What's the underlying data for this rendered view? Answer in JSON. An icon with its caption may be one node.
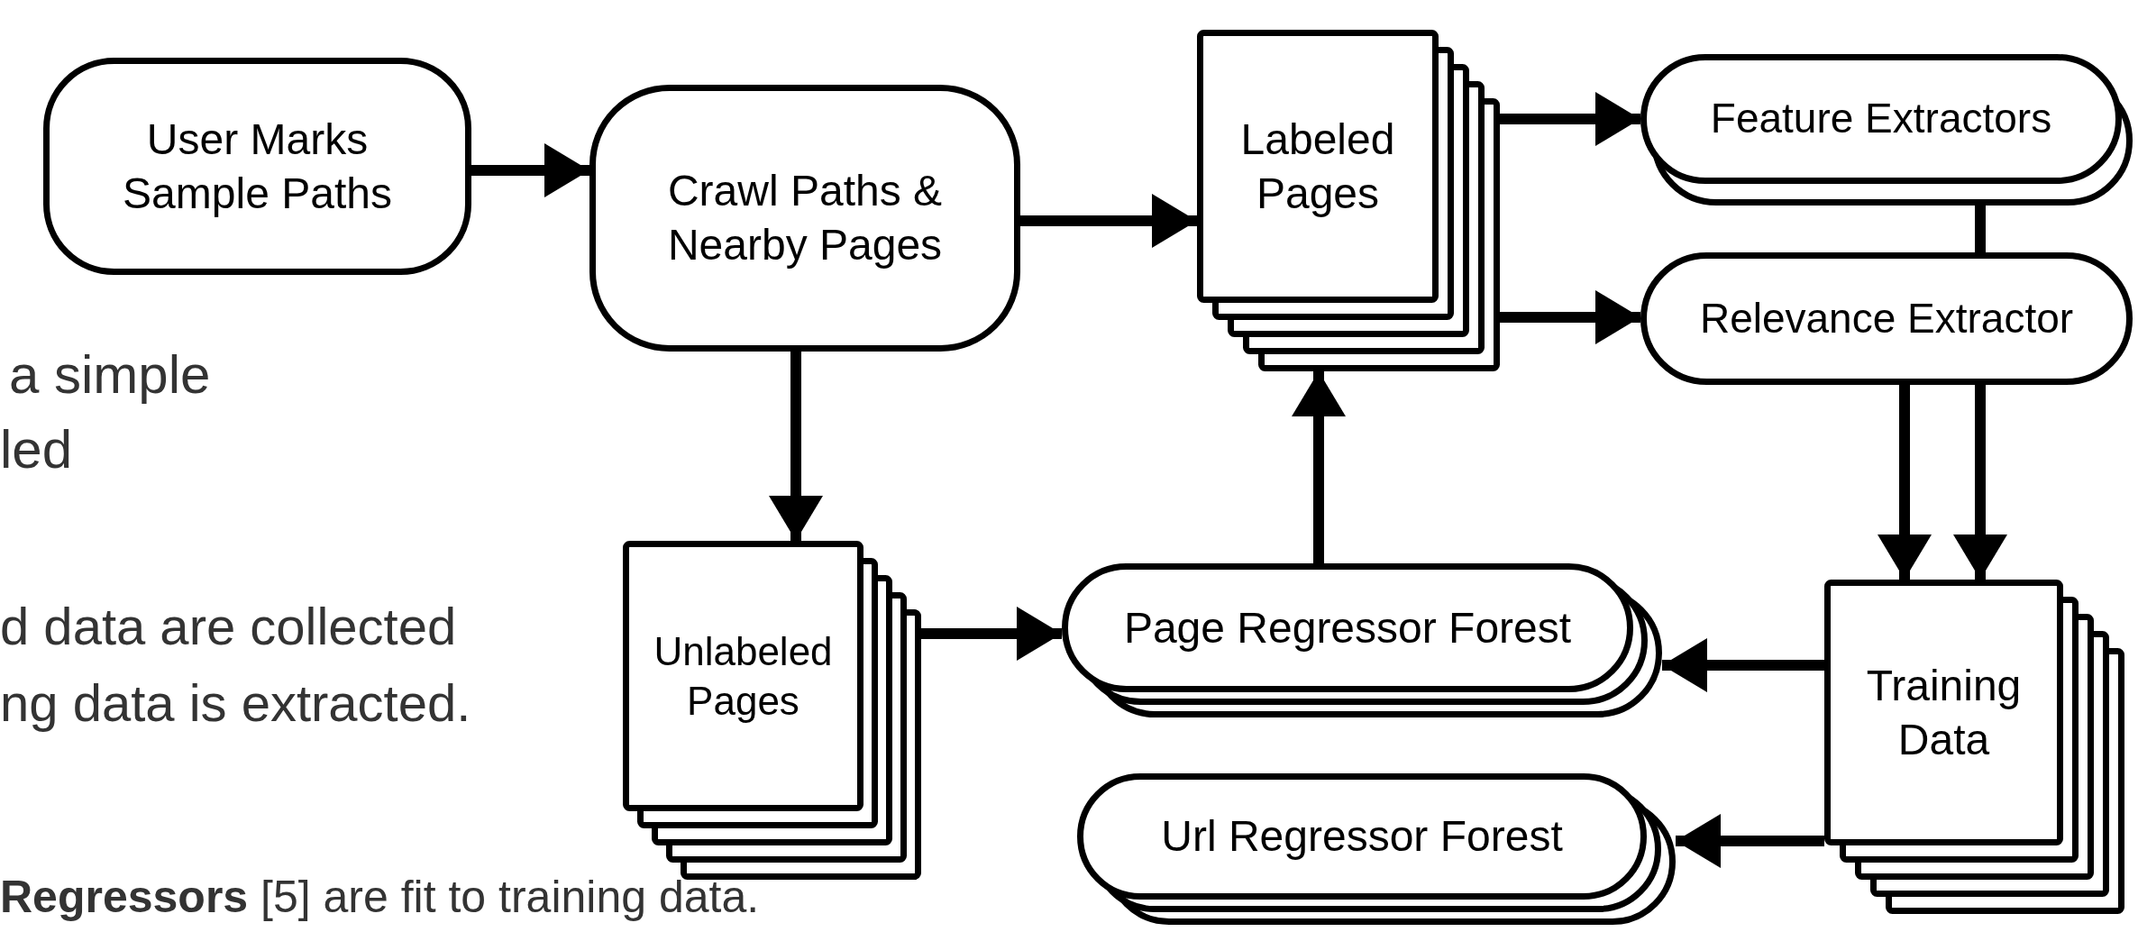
{
  "diagram": {
    "nodes": [
      {
        "text": [
          "User Marks Sample Paths"
        ]
      },
      {
        "text": [
          "Crawl Paths & Nearby Pages"
        ]
      },
      {
        "text": [
          "Labeled Pages"
        ]
      },
      {
        "text": [
          "Feature Extractors"
        ]
      },
      {
        "text": [
          "Relevance Extractor"
        ]
      },
      {
        "text": [
          "Unlabeled Pages"
        ]
      },
      {
        "text": [
          "Page Regressor Forest"
        ]
      },
      {
        "text": [
          "Training Data"
        ]
      },
      {
        "text": [
          "Url Regressor Forest"
        ]
      }
    ],
    "edges": [
      {
        "from": 0,
        "to": 1,
        "arrow": "to"
      },
      {
        "from": 1,
        "to": 2,
        "arrow": "to"
      },
      {
        "from": 1,
        "to": 5,
        "arrow": "to"
      },
      {
        "from": 2,
        "to": 3,
        "arrow": "to"
      },
      {
        "from": 2,
        "to": 4,
        "arrow": "to"
      },
      {
        "from": 3,
        "to": 4,
        "arrow": "none"
      },
      {
        "from": 4,
        "to": 7,
        "arrow": "to"
      },
      {
        "from": 4,
        "to": 7,
        "arrow": "to"
      },
      {
        "from": 5,
        "to": 6,
        "arrow": "to"
      },
      {
        "from": 6,
        "to": 2,
        "arrow": "to"
      },
      {
        "from": 7,
        "to": 6,
        "arrow": "to"
      },
      {
        "from": 7,
        "to": 8,
        "arrow": "to"
      }
    ],
    "labels": [
      "a simple",
      "led",
      "d data are collected",
      "ng data is extracted.",
      "**Regressors** [5] are fit to training data."
    ]
  }
}
